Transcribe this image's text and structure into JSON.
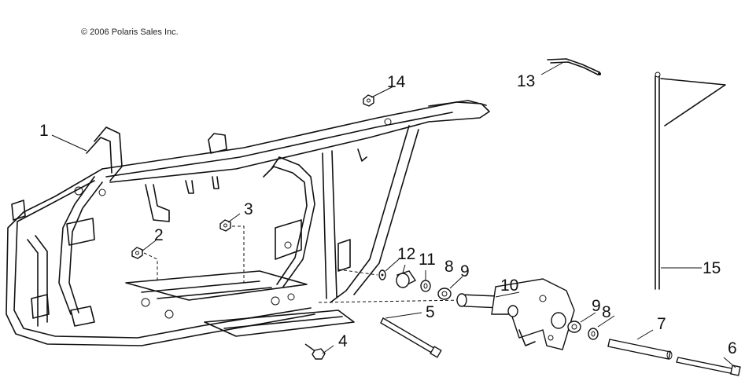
{
  "copyright": "© 2006 Polaris Sales Inc.",
  "callouts": [
    "1",
    "2",
    "3",
    "4",
    "5",
    "6",
    "7",
    "8",
    "9",
    "10",
    "11",
    "12",
    "13",
    "14",
    "15",
    "8",
    "9"
  ]
}
